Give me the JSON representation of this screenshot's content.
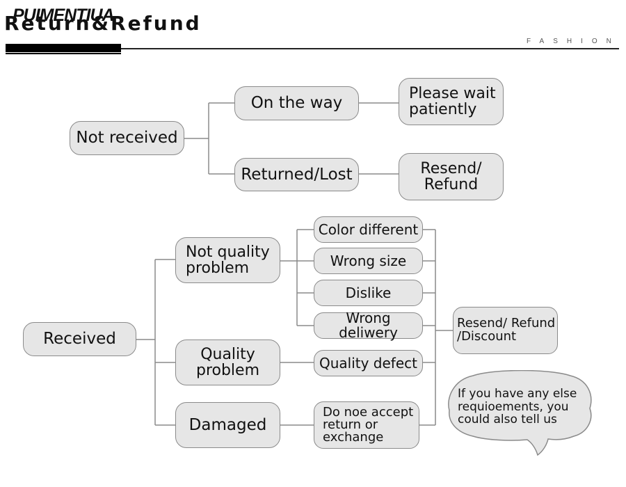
{
  "header": {
    "title": "Return&Refund",
    "brand": "PUIMENTIUA",
    "tagline": "FASHION"
  },
  "not_received": {
    "root": "Not received",
    "on_the_way": "On the way",
    "on_the_way_result": "Please wait\npatiently",
    "returned_lost": "Returned/Lost",
    "returned_lost_result": "Resend/\nRefund"
  },
  "received": {
    "root": "Received",
    "not_quality_problem": "Not quality\nproblem",
    "quality_problem": "Quality\nproblem",
    "damaged": "Damaged",
    "reasons": {
      "color_different": "Color different",
      "wrong_size": "Wrong size",
      "dislike": "Dislike",
      "wrong_delivery": "Wrong deliwery"
    },
    "quality_defect": "Quality defect",
    "damaged_result": "Do noe accept\nreturn or\nexchange",
    "resolution": "Resend/ Refund\n/Discount"
  },
  "speech_bubble": "If you have any else\nrequioements, you\ncould also tell us",
  "colors": {
    "box_fill": "#e6e6e6",
    "box_border": "#8a8a8a",
    "line": "#8a8a8a"
  }
}
